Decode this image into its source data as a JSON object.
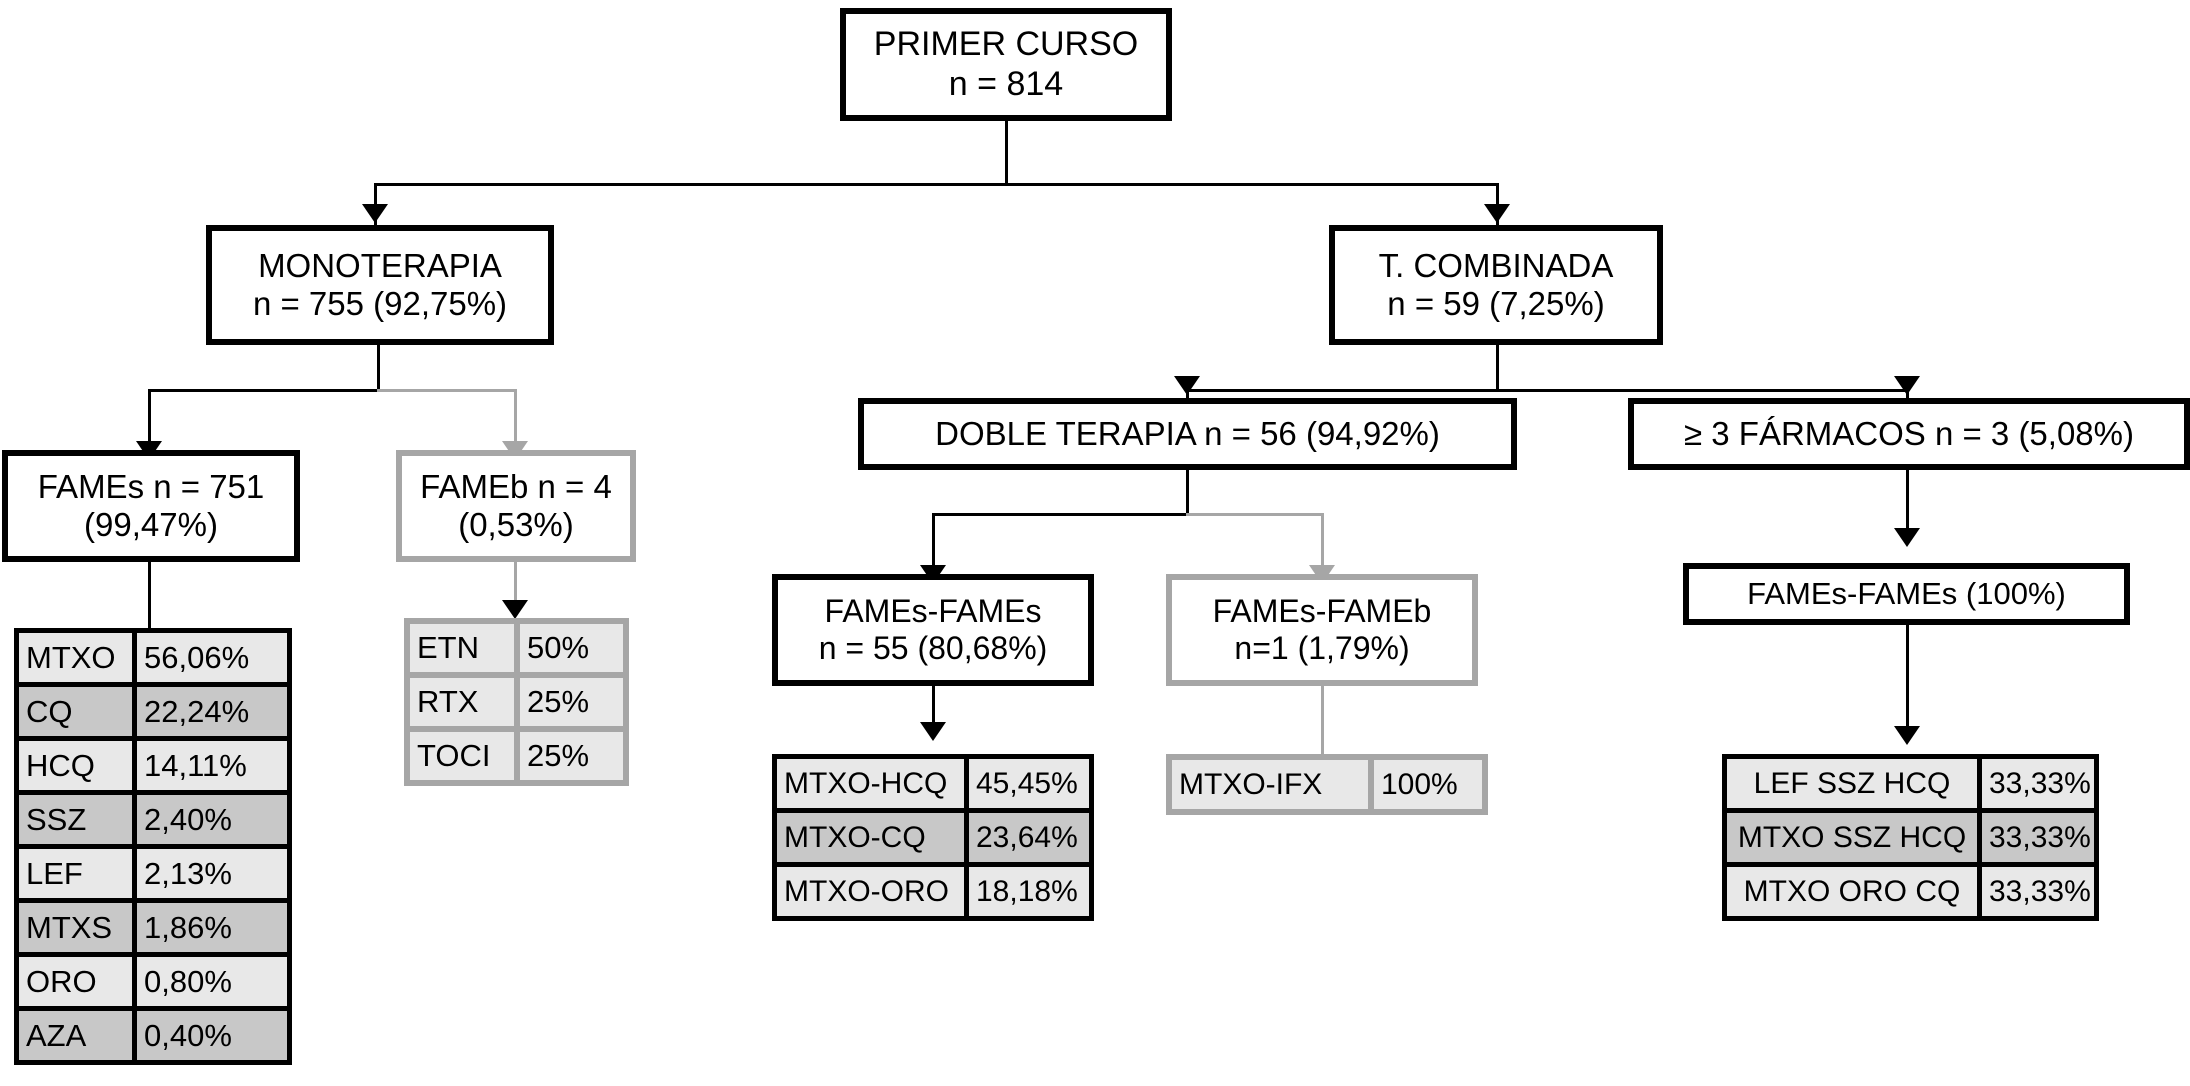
{
  "diagram": {
    "title": "PRIMER CURSO",
    "nodes": {
      "root": {
        "line1": "PRIMER CURSO",
        "line2": "n = 814"
      },
      "mono": {
        "line1": "MONOTERAPIA",
        "line2": "n = 755 (92,75%)"
      },
      "comb": {
        "line1": "T. COMBINADA",
        "line2": "n = 59 (7,25%)"
      },
      "fames_mono": {
        "line1": "FAMEs n = 751",
        "line2": "(99,47%)"
      },
      "fameb_mono": {
        "line1": "FAMEb n = 4",
        "line2": "(0,53%)"
      },
      "doble": {
        "line1": "DOBLE TERAPIA n = 56 (94,92%)",
        "line2": ""
      },
      "tres": {
        "line1": "≥ 3 FÁRMACOS n = 3 (5,08%)",
        "line2": ""
      },
      "fs_fs": {
        "line1": "FAMEs-FAMEs",
        "line2": "n = 55 (80,68%)"
      },
      "fs_fb": {
        "line1": "FAMEs-FAMEb",
        "line2": "n=1 (1,79%)"
      },
      "fs_fs_100": {
        "line1": "FAMEs-FAMEs (100%)",
        "line2": ""
      }
    },
    "tables": {
      "mono_fames": {
        "rows": [
          {
            "drug": "MTXO",
            "pct": "56,06%",
            "shade": "lt"
          },
          {
            "drug": "CQ",
            "pct": "22,24%",
            "shade": "dk"
          },
          {
            "drug": "HCQ",
            "pct": "14,11%",
            "shade": "lt"
          },
          {
            "drug": "SSZ",
            "pct": "2,40%",
            "shade": "dk"
          },
          {
            "drug": "LEF",
            "pct": "2,13%",
            "shade": "lt"
          },
          {
            "drug": "MTXS",
            "pct": "1,86%",
            "shade": "dk"
          },
          {
            "drug": "ORO",
            "pct": "0,80%",
            "shade": "lt"
          },
          {
            "drug": "AZA",
            "pct": "0,40%",
            "shade": "dk"
          }
        ]
      },
      "mono_fameb": {
        "rows": [
          {
            "drug": "ETN",
            "pct": "50%",
            "shade": "lt"
          },
          {
            "drug": "RTX",
            "pct": "25%",
            "shade": "lt"
          },
          {
            "drug": "TOCI",
            "pct": "25%",
            "shade": "lt"
          }
        ]
      },
      "doble_fs_fs": {
        "rows": [
          {
            "drug": "MTXO-HCQ",
            "pct": "45,45%",
            "shade": "lt"
          },
          {
            "drug": "MTXO-CQ",
            "pct": "23,64%",
            "shade": "dk"
          },
          {
            "drug": "MTXO-ORO",
            "pct": "18,18%",
            "shade": "lt"
          }
        ]
      },
      "doble_fs_fb": {
        "rows": [
          {
            "drug": "MTXO-IFX",
            "pct": "100%",
            "shade": "lt"
          }
        ]
      },
      "triple": {
        "rows": [
          {
            "drug": "LEF SSZ HCQ",
            "pct": "33,33%",
            "shade": "lt"
          },
          {
            "drug": "MTXO SSZ HCQ",
            "pct": "33,33%",
            "shade": "dk"
          },
          {
            "drug": "MTXO ORO CQ",
            "pct": "33,33%",
            "shade": "lt"
          }
        ]
      }
    },
    "colors": {
      "primary_stroke": "#000000",
      "secondary_stroke": "#a6a6a6",
      "row_light": "#e8e8e8",
      "row_dark": "#c8c8c8"
    }
  }
}
